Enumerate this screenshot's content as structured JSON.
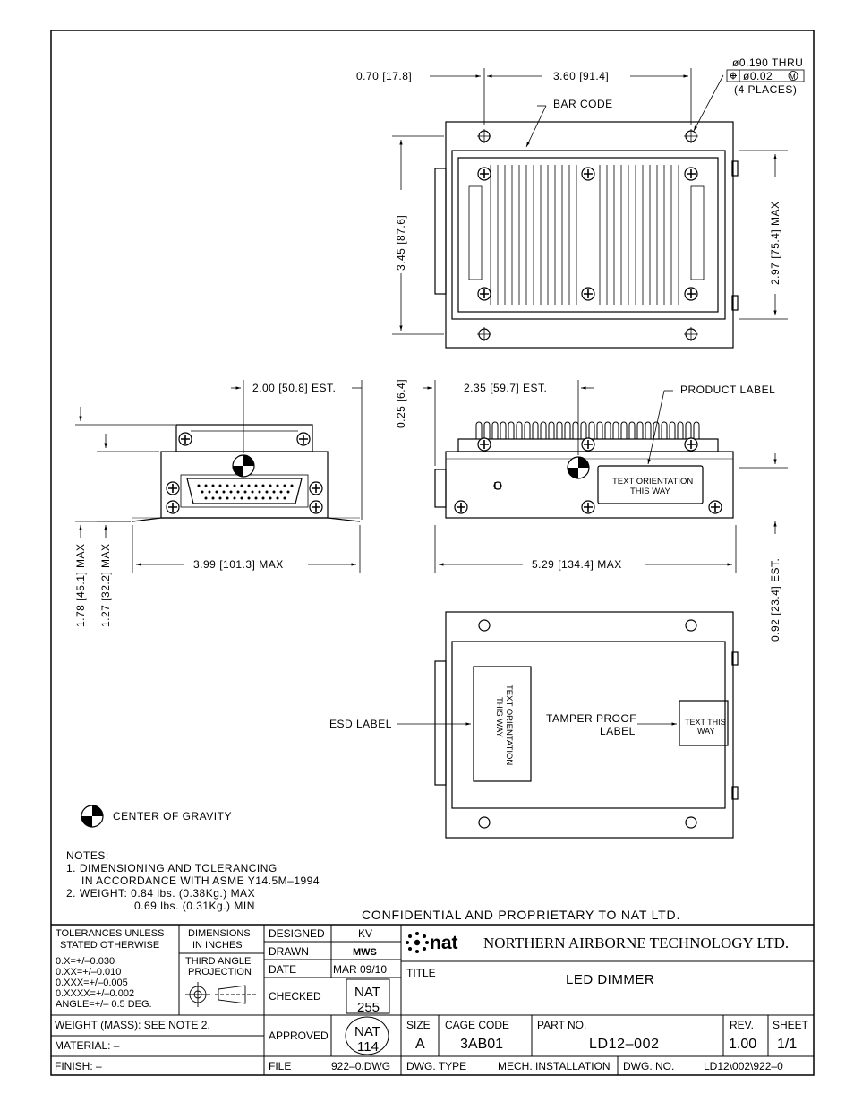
{
  "top_view": {
    "dim_left": "0.70  [17.8]",
    "dim_width": "3.60  [91.4]",
    "hole_spec_1": "ø0.190  THRU",
    "hole_spec_2": "ø0.02",
    "hole_spec_2_modifier": "M",
    "hole_spec_3": "(4  PLACES)",
    "bar_code": "BAR  CODE",
    "dim_height": "3.45  [87.6]",
    "dim_max_height": "2.97  [75.4]  MAX"
  },
  "end_view": {
    "dim_cg_offset": "2.00  [50.8]  EST.",
    "dim_flange": "0.25  [6.4]",
    "dim_width": "3.99  [101.3]  MAX",
    "dim_height_1": "1.78  [45.1]  MAX",
    "dim_height_2": "1.27  [32.2]  MAX"
  },
  "side_view": {
    "dim_cg": "2.35  [59.7]  EST.",
    "product_label": "PRODUCT  LABEL",
    "label_text_1": "TEXT  ORIENTATION",
    "label_text_2": "THIS  WAY",
    "dim_length": "5.29  [134.4]  MAX",
    "dim_cg_height": "0.92  [23.4]  EST."
  },
  "bottom_view": {
    "esd_label": "ESD  LABEL",
    "esd_box_1": "TEXT  ORIENTATION",
    "esd_box_2": "THIS  WAY",
    "tamper_1": "TAMPER  PROOF",
    "tamper_2": "LABEL",
    "tamper_box_1": "TEXT  THIS",
    "tamper_box_2": "WAY"
  },
  "legend": {
    "cg": "CENTER  OF  GRAVITY"
  },
  "notes": {
    "title": "NOTES:",
    "lines": [
      "1.  DIMENSIONING  AND  TOLERANCING",
      "IN  ACCORDANCE  WITH  ASME  Y14.5M–1994",
      "2.  WEIGHT:  0.84  lbs.  (0.38Kg.)  MAX",
      "0.69  lbs.  (0.31Kg.)  MIN"
    ]
  },
  "confidential": "CONFIDENTIAL  AND  PROPRIETARY  TO  NAT  LTD.",
  "title_block": {
    "tol_header_1": "TOLERANCES  UNLESS",
    "tol_header_2": "STATED  OTHERWISE",
    "tol_lines": [
      "0.X=+/–0.030",
      "0.XX=+/–0.010",
      "0.XXX=+/–0.005",
      "0.XXXX=+/–0.002",
      "ANGLE=+/–  0.5  DEG."
    ],
    "dim_units_1": "DIMENSIONS",
    "dim_units_2": "IN  INCHES",
    "projection_1": "THIRD  ANGLE",
    "projection_2": "PROJECTION",
    "designed_label": "DESIGNED",
    "designed_value": "KV",
    "drawn_label": "DRAWN",
    "drawn_value": "MWS",
    "date_label": "DATE",
    "date_value": "MAR  09/10",
    "checked_label": "CHECKED",
    "checked_stamp_1": "NAT",
    "checked_stamp_2": "255",
    "approved_label": "APPROVED",
    "approved_stamp_1": "NAT",
    "approved_stamp_2": "114",
    "company_logo": "nat",
    "company_name": "NORTHERN  AIRBORNE  TECHNOLOGY  LTD.",
    "title_label": "TITLE",
    "title_value": "LED  DIMMER",
    "weight": "WEIGHT  (MASS):  SEE  NOTE  2.",
    "material": "MATERIAL:  –",
    "finish": "FINISH:  –",
    "size_label": "SIZE",
    "size_value": "A",
    "cage_label": "CAGE  CODE",
    "cage_value": "3AB01",
    "part_label": "PART  NO.",
    "part_value": "LD12–002",
    "rev_label": "REV.",
    "rev_value": "1.00",
    "sheet_label": "SHEET",
    "sheet_value": "1/1",
    "file_label": "FILE",
    "file_value": "922–0.DWG",
    "dwg_type_label": "DWG.  TYPE",
    "dwg_type_value": "MECH.  INSTALLATION",
    "dwg_no_label": "DWG.  NO.",
    "dwg_no_value": "LD12\\002\\922–0"
  }
}
